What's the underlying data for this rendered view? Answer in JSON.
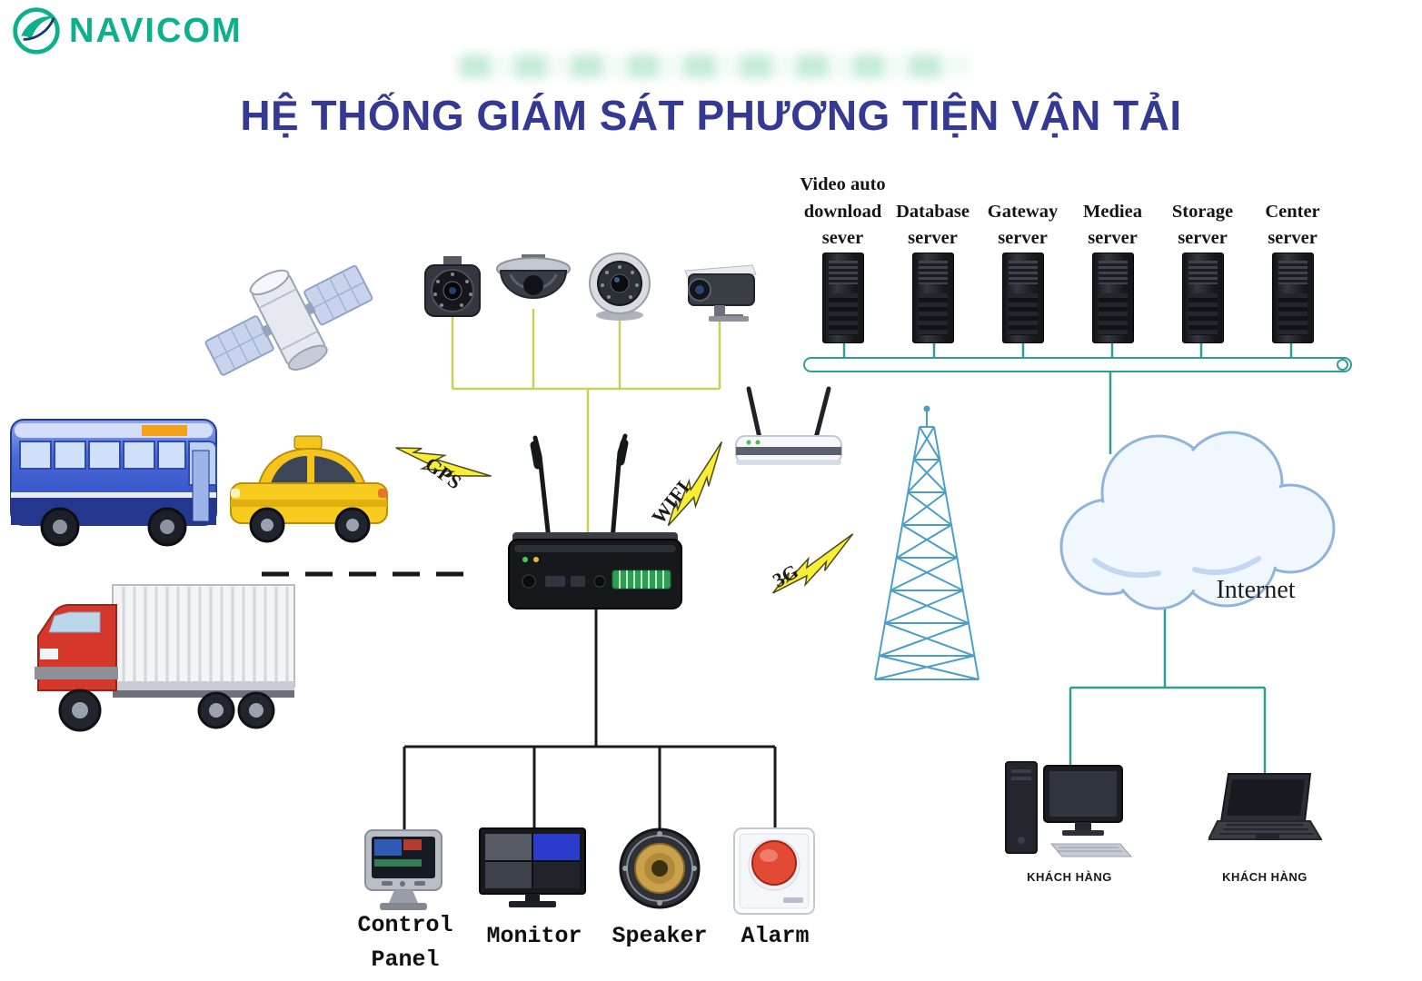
{
  "brand": {
    "name": "NAVICOM"
  },
  "title": "HỆ THỐNG GIÁM SÁT PHƯƠNG TIỆN VẬN TẢI",
  "servers": [
    {
      "label": "Video auto\ndownload\nsever"
    },
    {
      "label": "Database\nserver"
    },
    {
      "label": "Gateway\nserver"
    },
    {
      "label": "Mediea\nserver"
    },
    {
      "label": "Storage\nserver"
    },
    {
      "label": "Center\nserver"
    }
  ],
  "wireless_links": {
    "gps": "GPS",
    "wifi": "WIFI",
    "g3": "3G"
  },
  "internet": {
    "label": "Internet"
  },
  "clients": {
    "desktop_label": "KHÁCH HÀNG",
    "laptop_label": "KHÁCH HÀNG"
  },
  "peripherals": {
    "control_panel": "Control\nPanel",
    "monitor": "Monitor",
    "speaker": "Speaker",
    "alarm": "Alarm"
  },
  "colors": {
    "brand_green": "#0db08a",
    "title_blue": "#343a94",
    "backbone_teal": "#2f9e94",
    "camera_wire": "#c9cf57",
    "bolt_yellow": "#f7ee35",
    "tower_blue": "#4a9fc9"
  }
}
